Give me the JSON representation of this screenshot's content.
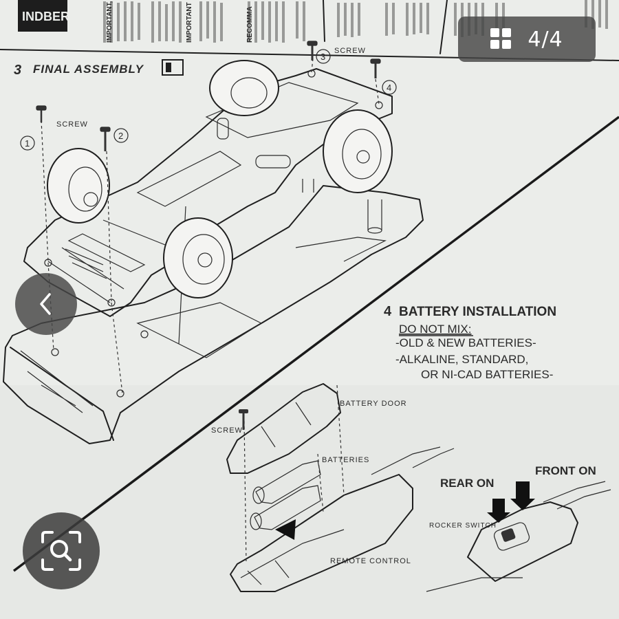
{
  "viewer": {
    "counter_text": "4/4",
    "icons": {
      "counter": "grid-icon",
      "prev": "chevron-left-icon",
      "lens": "lens-search-icon"
    }
  },
  "photo": {
    "header_partial": {
      "brand": "INDBER",
      "cols": [
        "IMPORTANT, F",
        "IMPORTANT",
        "RECOMMA"
      ]
    },
    "step3": {
      "number": "3",
      "title": "FINAL ASSEMBLY",
      "screw_label_top": "SCREW",
      "screw_label_left": "SCREW",
      "callouts": [
        "1",
        "2",
        "3",
        "4"
      ]
    },
    "step4": {
      "number": "4",
      "title": "BATTERY INSTALLATION",
      "warn_underlined": "DO NOT MIX:",
      "warn_line1": "-OLD & NEW BATTERIES-",
      "warn_line2": "-ALKALINE, STANDARD,",
      "warn_line3": "OR NI-CAD BATTERIES-",
      "label_battery_door": "BATTERY DOOR",
      "label_screw": "SCREW",
      "label_batteries": "BATTERIES",
      "label_remote": "REMOTE CONTROL",
      "label_rear_on": "REAR ON",
      "label_front_on": "FRONT ON",
      "label_rocker": "ROCKER SWITCH"
    }
  }
}
